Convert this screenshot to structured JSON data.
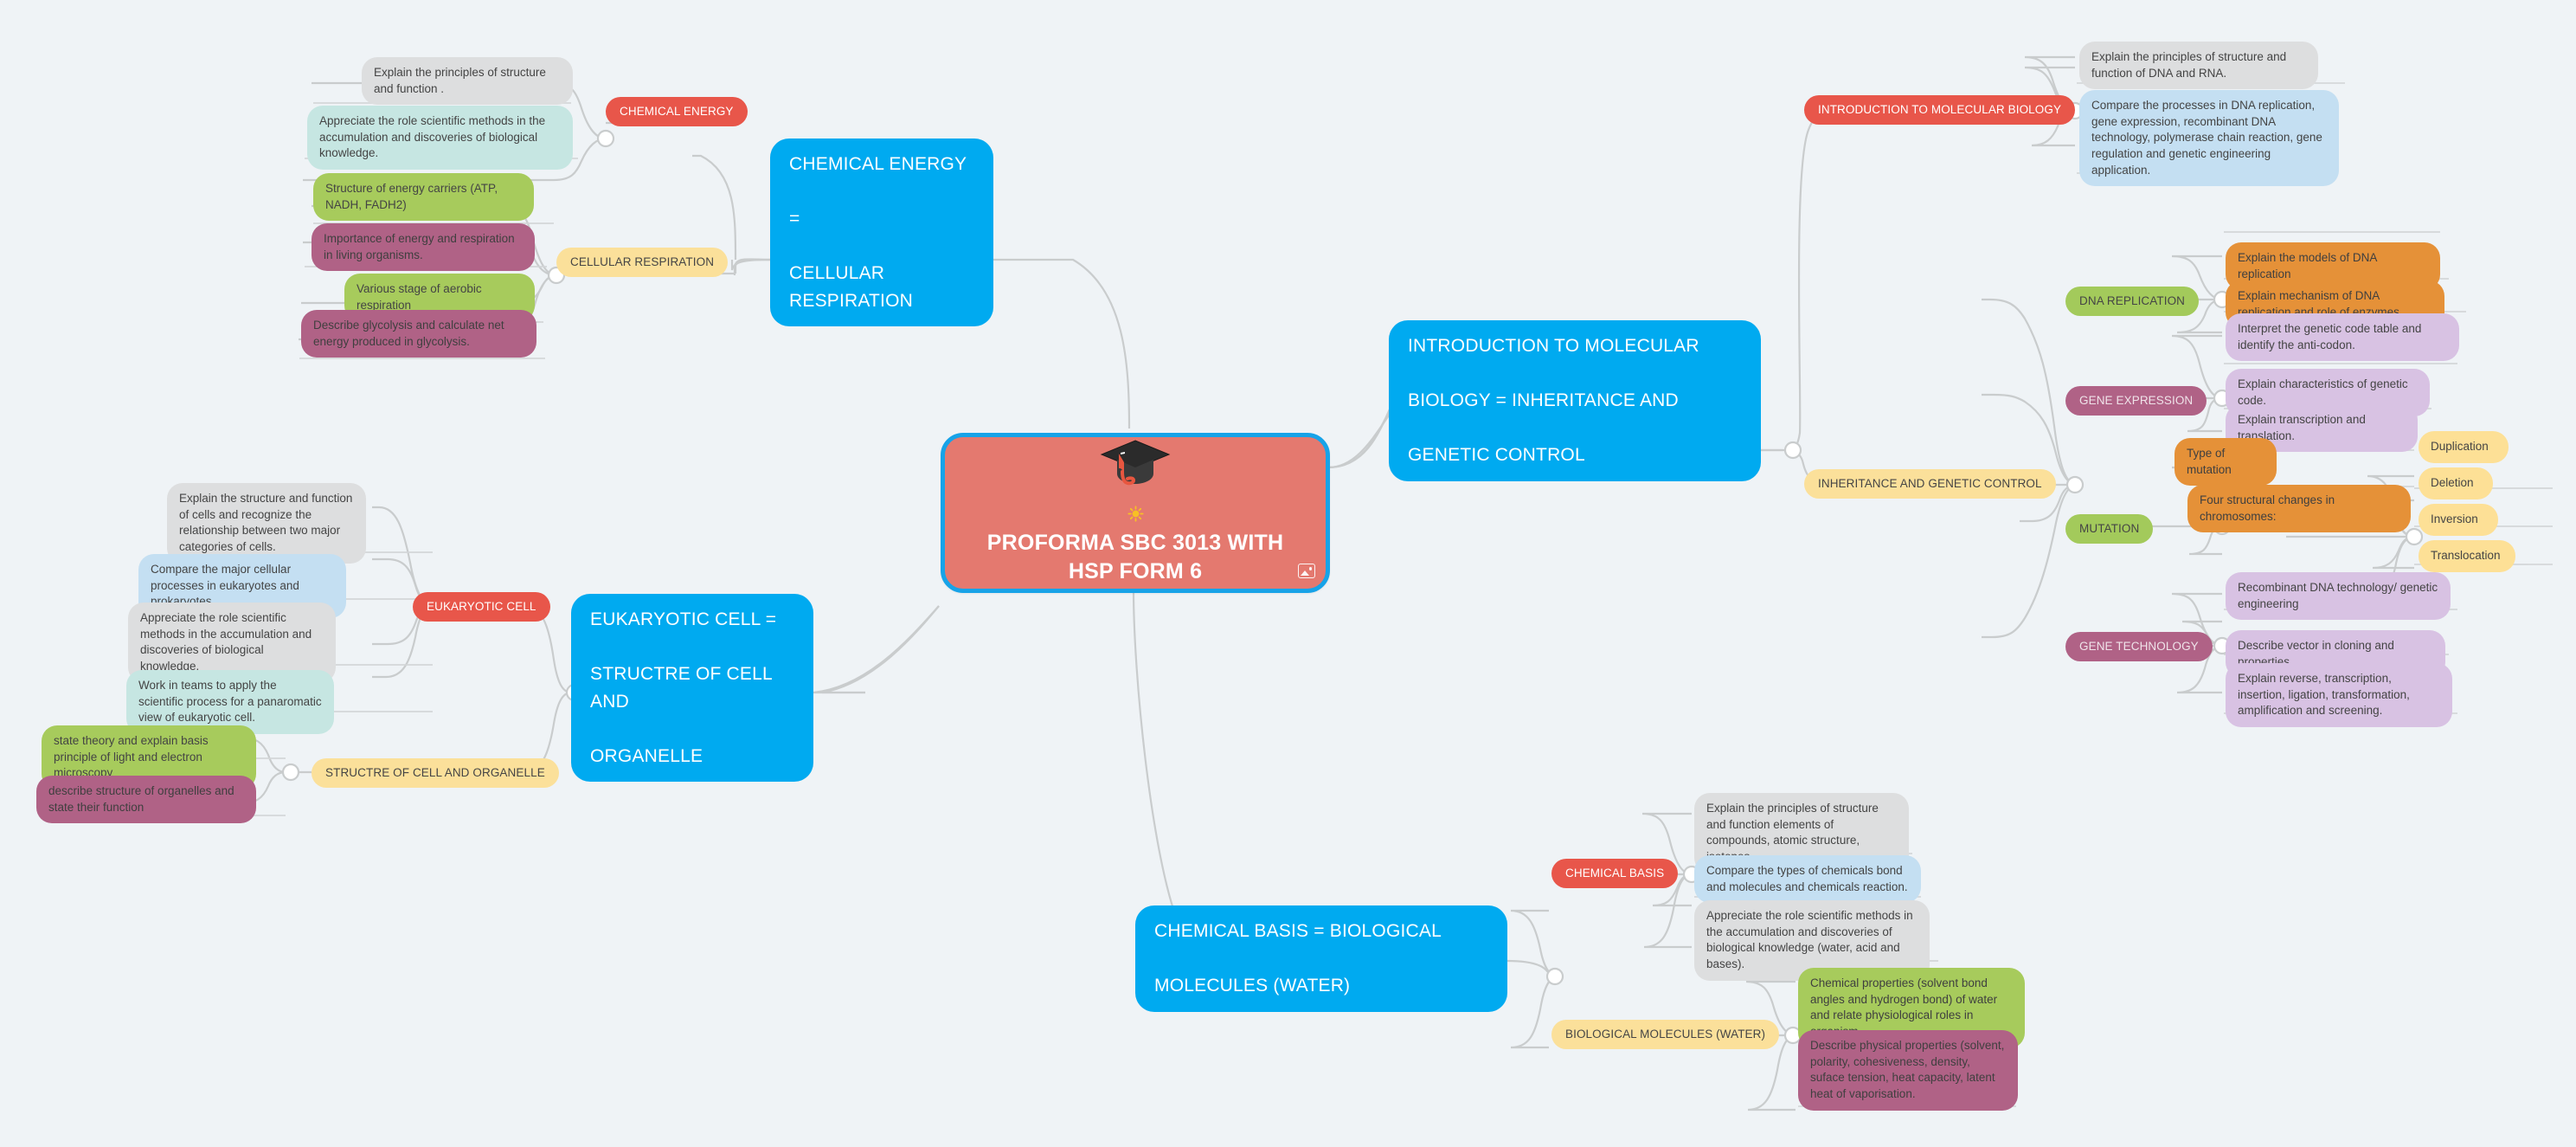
{
  "canvas": {
    "background": "#eff3f6",
    "line_color": "#c9cccd"
  },
  "root": {
    "title": "PROFORMA SBC 3013 WITH HSP FORM 6",
    "sun_icon": "sun-icon",
    "cap_icon": "graduation-cap-icon",
    "image_badge_icon": "image-icon",
    "fill": "#e4796f",
    "border": "#17a3e8"
  },
  "branches": [
    {
      "key": "chemical_energy",
      "main_label": "CHEMICAL ENERGY\n=\nCELLULAR RESPIRATION",
      "main_lines": [
        "CHEMICAL ENERGY",
        "=",
        "CELLULAR RESPIRATION"
      ],
      "topics": [
        {
          "label": "CHEMICAL ENERGY",
          "color": "#e8564a",
          "leaves": [
            {
              "text": "Explain the principles of structure and function .",
              "color": "#dddedf"
            },
            {
              "text": "Appreciate the role scientific methods in the accumulation and discoveries of biological knowledge.",
              "color": "#c6e6e2"
            }
          ]
        },
        {
          "label": "CELLULAR RESPIRATION",
          "color": "#fbe09a",
          "leaves": [
            {
              "text": "Structure of energy carriers (ATP, NADH, FADH2)",
              "color": "#a3ca5b"
            },
            {
              "text": "Importance of energy and respiration in living organisms.",
              "color": "#b06286"
            },
            {
              "text": "Various stage of aerobic respiration",
              "color": "#a7cb5c"
            },
            {
              "text": "Describe glycolysis and calculate net energy produced in glycolysis.",
              "color": "#b06286"
            }
          ]
        }
      ]
    },
    {
      "key": "molecular_biology",
      "main_label": "INTRODUCTION TO MOLECULAR BIOLOGY = INHERITANCE AND GENETIC CONTROL",
      "main_lines": [
        "INTRODUCTION TO MOLECULAR",
        "BIOLOGY = INHERITANCE AND",
        "GENETIC CONTROL"
      ],
      "topics": [
        {
          "label": "INTRODUCTION TO MOLECULAR BIOLOGY",
          "color": "#e8564a",
          "leaves": [
            {
              "text": "Explain the principles of structure and function of DNA and RNA.",
              "color": "#dddedf"
            },
            {
              "text": "Compare the processes in DNA replication, gene expression, recombinant DNA technology, polymerase chain reaction, gene regulation and genetic engineering application.",
              "color": "#c4dff2"
            }
          ]
        },
        {
          "label": "INHERITANCE AND GENETIC CONTROL",
          "color": "#fbe09a",
          "subtopics": [
            {
              "label": "DNA REPLICATION",
              "color": "#a3ca5b",
              "leaves": [
                {
                  "text": "Explain the models of DNA replication",
                  "color": "#e59138"
                },
                {
                  "text": "Explain mechanism of DNA replication and role of enzymes",
                  "color": "#e59138"
                }
              ]
            },
            {
              "label": "GENE EXPRESSION",
              "color": "#b06286",
              "leaves": [
                {
                  "text": "Interpret the genetic code table and identify the anti-codon.",
                  "color": "#d8c2e3"
                },
                {
                  "text": "Explain characteristics of genetic code.",
                  "color": "#d8c2e3"
                },
                {
                  "text": "Explain transcription and translation.",
                  "color": "#d8c2e3"
                }
              ]
            },
            {
              "label": "MUTATION",
              "color": "#a3ca5b",
              "leaves": [
                {
                  "text": "Type of mutation",
                  "color": "#e59138"
                },
                {
                  "text": "Four structural changes in chromosomes:",
                  "color": "#e59138",
                  "children": [
                    {
                      "text": "Duplication",
                      "color": "#fde096"
                    },
                    {
                      "text": "Deletion",
                      "color": "#fde096"
                    },
                    {
                      "text": "Inversion",
                      "color": "#fde096"
                    },
                    {
                      "text": "Translocation",
                      "color": "#fde096"
                    }
                  ]
                }
              ]
            },
            {
              "label": "GENE TECHNOLOGY",
              "color": "#b06286",
              "leaves": [
                {
                  "text": "Recombinant DNA technology/ genetic engineering",
                  "color": "#d8c2e3"
                },
                {
                  "text": "Describe vector in cloning and properties.",
                  "color": "#d8c2e3"
                },
                {
                  "text": "Explain reverse, transcription, insertion, ligation, transformation, amplification and screening.",
                  "color": "#d8c2e3"
                }
              ]
            }
          ]
        }
      ]
    },
    {
      "key": "eukaryotic_cell",
      "main_label": "EUKARYOTIC CELL = STRUCTRE OF CELL AND ORGANELLE",
      "main_lines": [
        "EUKARYOTIC CELL =",
        "STRUCTRE OF CELL AND",
        "ORGANELLE"
      ],
      "topics": [
        {
          "label": "EUKARYOTIC CELL",
          "color": "#e8564a",
          "leaves": [
            {
              "text": "Explain the structure and function of cells and recognize the relationship between two major categories of cells.",
              "color": "#dddedf"
            },
            {
              "text": "Compare the major cellular processes in eukaryotes and prokaryotes.",
              "color": "#c4dff2"
            },
            {
              "text": "Appreciate the role scientific methods in the accumulation and discoveries of biological knowledge.",
              "color": "#dddedf"
            },
            {
              "text": "Work in teams to apply the scientific process for a panaromatic view of eukaryotic cell.",
              "color": "#c6e6e2"
            }
          ]
        },
        {
          "label": "STRUCTRE OF CELL AND ORGANELLE",
          "color": "#fbe09a",
          "leaves": [
            {
              "text": "state theory and explain basis principle of light and electron microscopy",
              "color": "#a3ca5b"
            },
            {
              "text": "describe structure of organelles and state their function",
              "color": "#b06286"
            }
          ]
        }
      ]
    },
    {
      "key": "chemical_basis",
      "main_label": "CHEMICAL BASIS = BIOLOGICAL MOLECULES (WATER)",
      "main_lines": [
        "CHEMICAL BASIS = BIOLOGICAL",
        "MOLECULES (WATER)"
      ],
      "topics": [
        {
          "label": "CHEMICAL BASIS",
          "color": "#e8564a",
          "leaves": [
            {
              "text": "Explain the principles of structure and function elements of compounds, atomic structure, isotopes.",
              "color": "#dddedf"
            },
            {
              "text": "Compare the types of chemicals bond and molecules and chemicals reaction.",
              "color": "#c4dff2"
            },
            {
              "text": "Appreciate the role scientific methods in the accumulation and discoveries of biological knowledge (water, acid and bases).",
              "color": "#dddedf"
            }
          ]
        },
        {
          "label": "BIOLOGICAL MOLECULES (WATER)",
          "color": "#fbe09a",
          "leaves": [
            {
              "text": "Chemical properties (solvent bond angles and hydrogen bond) of water and relate physiological roles in organism",
              "color": "#a7cb5c"
            },
            {
              "text": "Describe physical properties (solvent, polarity, cohesiveness, density, suface tension, heat capacity, latent heat of vaporisation.",
              "color": "#b06286"
            }
          ]
        }
      ]
    }
  ]
}
